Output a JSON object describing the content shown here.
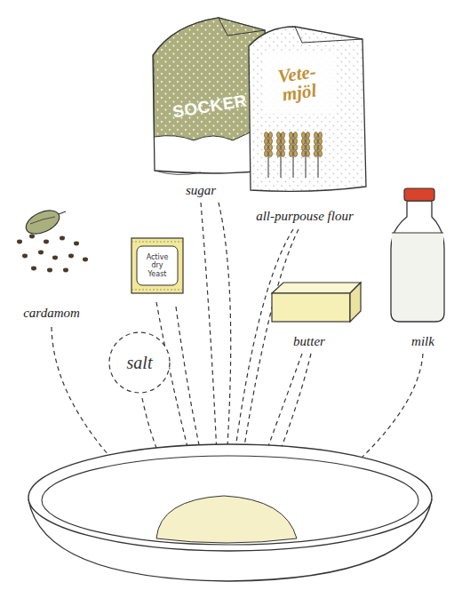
{
  "diagram": {
    "nodes": [
      {
        "text": [
          "SOCKER"
        ]
      },
      {
        "text": [
          "Vete- mjöl"
        ]
      },
      {
        "text": [
          "Active dry Yeast"
        ]
      },
      {
        "text": [
          "salt"
        ]
      }
    ],
    "labels": [
      "sugar",
      "all-purpouse flour",
      "cardamom",
      "butter",
      "milk"
    ]
  }
}
